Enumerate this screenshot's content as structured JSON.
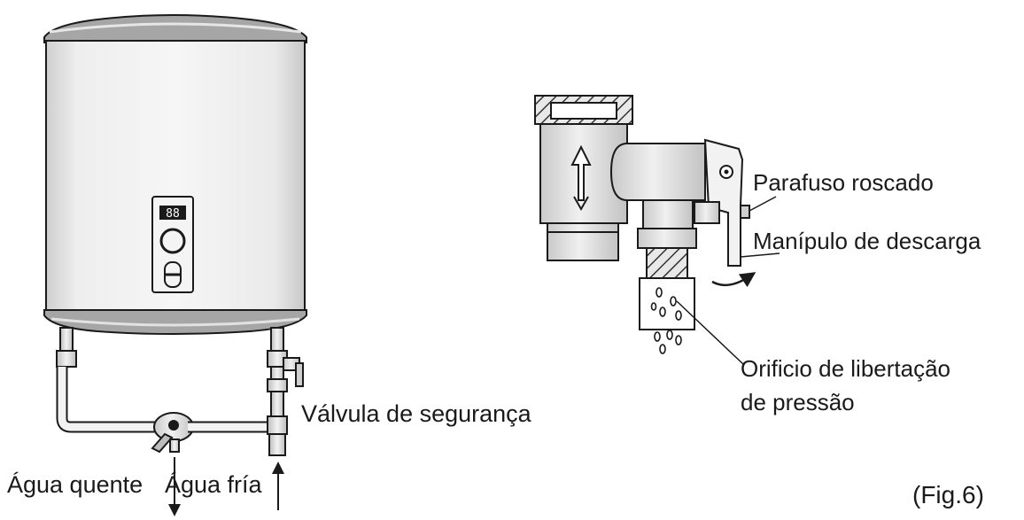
{
  "labels": {
    "safety_valve": "Válvula de segurança",
    "hot_water": "Água quente",
    "cold_water": "Água fría",
    "threaded_screw": "Parafuso roscado",
    "discharge_handle": "Manípulo de descarga",
    "pressure_release_line1": "Orificio de libertação",
    "pressure_release_line2": "de pressão",
    "figure_number": "(Fig.6)"
  },
  "heater_display": {
    "display_text": "88"
  },
  "colors": {
    "ink": "#1a1a1a",
    "tank_body": "#ececec",
    "tank_shadow": "#d6d6d6",
    "cap": "#9a9a9a",
    "valve_body": "#e4e4e4",
    "background": "#ffffff"
  }
}
